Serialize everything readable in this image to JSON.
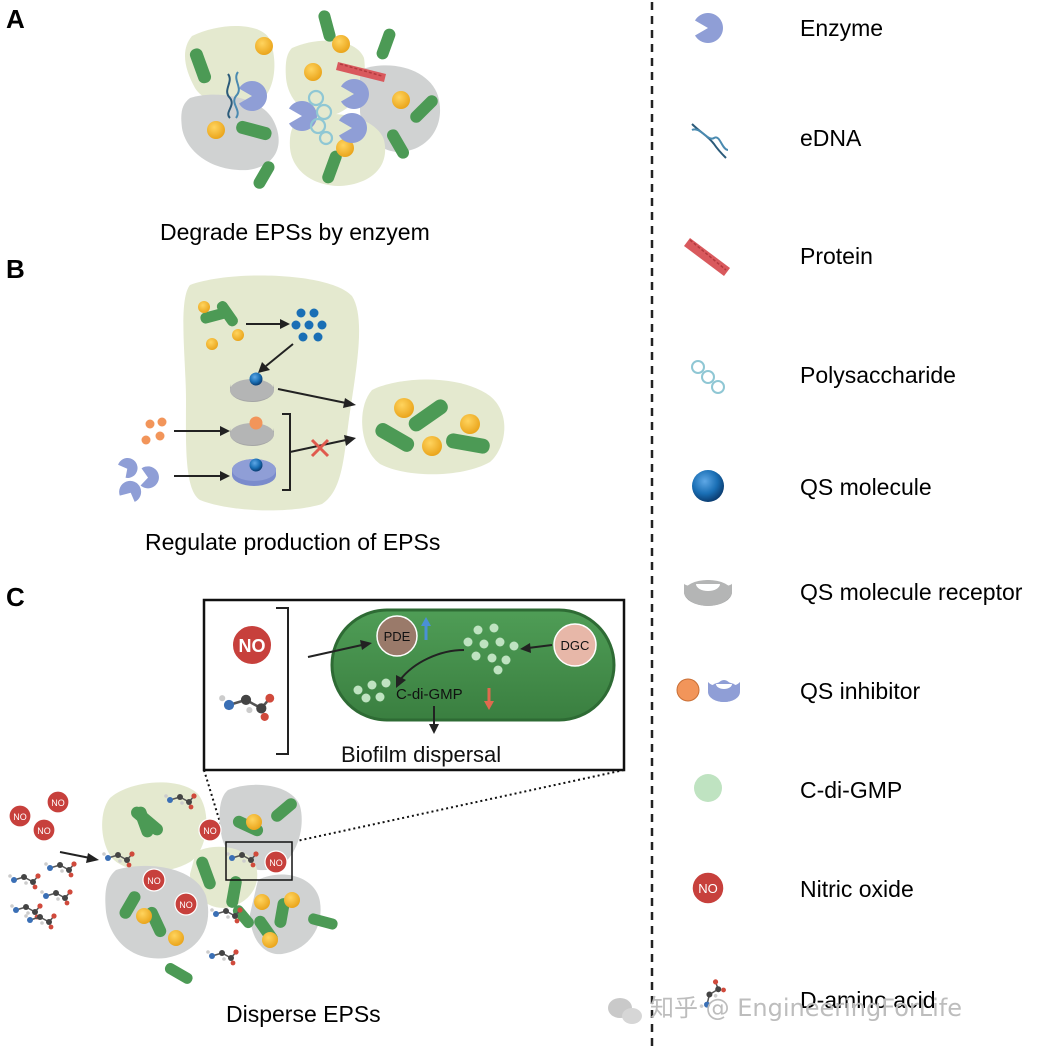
{
  "panels": {
    "a": {
      "letter": "A",
      "caption": "Degrade EPSs by enzyem"
    },
    "b": {
      "letter": "B",
      "caption": "Regulate production of EPSs"
    },
    "c": {
      "letter": "C",
      "caption": "Disperse EPSs",
      "inset": {
        "no_label": "NO",
        "pde_label": "PDE",
        "dgc_label": "DGC",
        "cdigmp_label": "C-di-GMP",
        "outcome": "Biofilm dispersal"
      },
      "no_token": "NO"
    }
  },
  "legend": {
    "items": [
      {
        "label": "Enzyme",
        "icon": "enzyme-icon"
      },
      {
        "label": "eDNA",
        "icon": "edna-icon"
      },
      {
        "label": "Protein",
        "icon": "protein-icon"
      },
      {
        "label": "Polysaccharide",
        "icon": "polysaccharide-icon"
      },
      {
        "label": "QS molecule",
        "icon": "qs-molecule-icon"
      },
      {
        "label": "QS molecule receptor",
        "icon": "qs-receptor-icon"
      },
      {
        "label": "QS inhibitor",
        "icon": "qs-inhibitor-icon"
      },
      {
        "label": "C-di-GMP",
        "icon": "cdigmp-icon"
      },
      {
        "label": "Nitric oxide",
        "icon": "nitric-oxide-icon",
        "symbol": "NO"
      },
      {
        "label": "D-amino acid",
        "icon": "d-amino-acid-icon"
      }
    ]
  },
  "watermark": "知乎 @ EngineeringForLife",
  "colors": {
    "matrix_green": "#e4e9cf",
    "matrix_gray": "#d0d2d2",
    "bacteria_green": "#4c9a55",
    "yellow": "#f2b52b",
    "enzyme_blue": "#8f9ed6",
    "qs_blue": "#1a6fb5",
    "protein_red": "#d9595d",
    "no_red": "#c7403c",
    "cell_green": "#3f8a45",
    "cdigmp_green": "#bfe3c1"
  }
}
